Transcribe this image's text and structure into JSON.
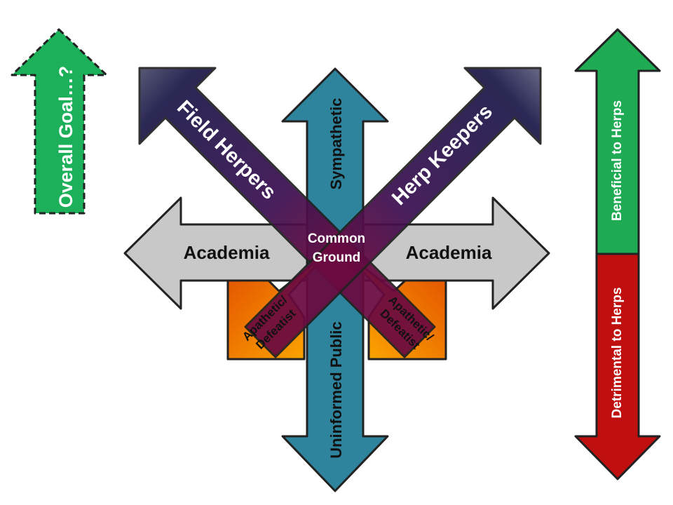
{
  "goal_arrow": {
    "label": "Overall Goal…?",
    "color": "#1db05a"
  },
  "scale_arrow": {
    "top_label": "Beneficial to Herps",
    "bottom_label": "Detrimental to Herps",
    "top_color": "#1fab54",
    "bottom_color": "#c00f0f"
  },
  "diagram": {
    "vertical_top": "Sympathetic",
    "vertical_bottom": "Uninformed Public",
    "vertical_color": "#2e839d",
    "horizontal_left": "Academia",
    "horizontal_right": "Academia",
    "horizontal_color": "#c8c8c8",
    "diag_left": "Field Herpers",
    "diag_right": "Herp Keepers",
    "diag_color": "#1c1a4a",
    "lower_left": "Apathetic/\nDefeatist",
    "lower_right": "Apathetic/\nDefeatist",
    "lower_color": "#f08c00",
    "center_label": "Common\nGround"
  }
}
